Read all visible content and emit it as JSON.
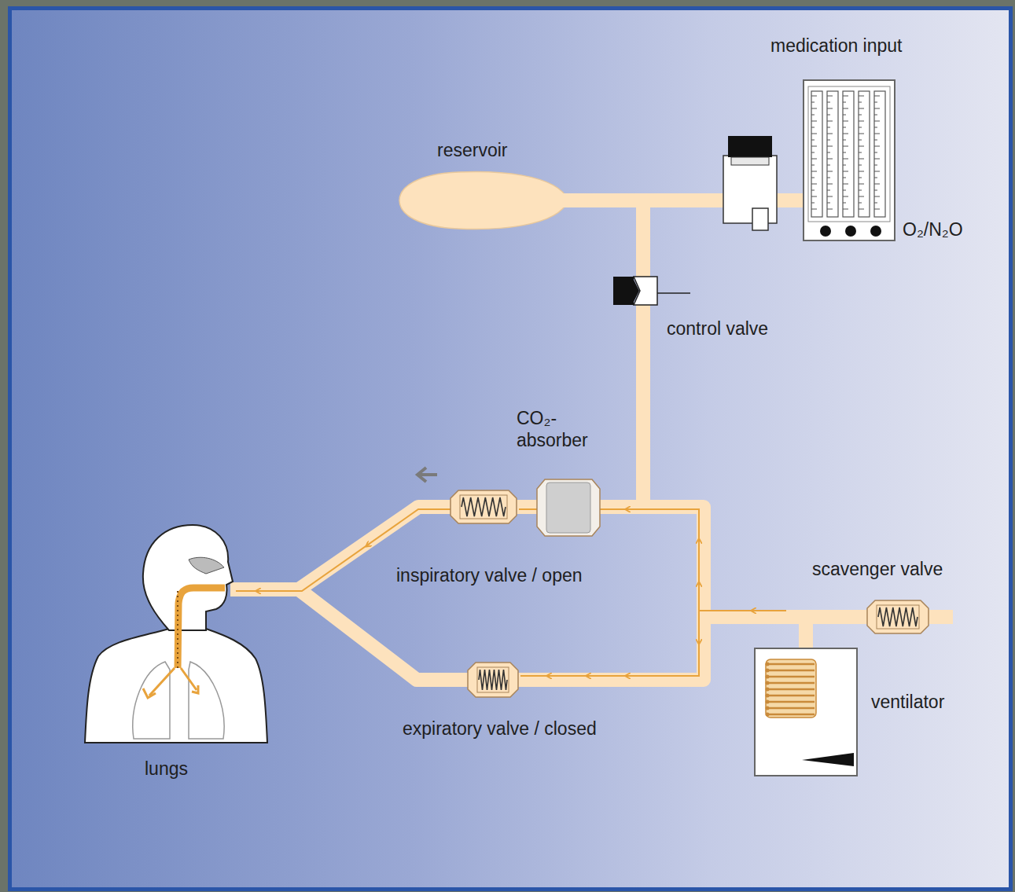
{
  "diagram": {
    "nodes": [
      {
        "text": [
          "reservoir"
        ]
      },
      {
        "text": [
          "medication input",
          "O₂/N₂O"
        ]
      },
      {
        "text": [
          "control valve"
        ]
      },
      {
        "text": [
          "CO₂- absorber"
        ]
      },
      {
        "text": [
          "inspiratory valve / open"
        ]
      },
      {
        "text": [
          "scavenger valve"
        ]
      },
      {
        "text": [
          "ventilator"
        ]
      },
      {
        "text": [
          "expiratory valve / closed"
        ]
      },
      {
        "text": [
          "lungs"
        ]
      }
    ],
    "edges": [
      {
        "from": 1,
        "to": 0,
        "arrow": "none"
      },
      {
        "from": 0,
        "to": 2,
        "arrow": "none"
      },
      {
        "from": 2,
        "to": 3,
        "arrow": "none"
      },
      {
        "from": 6,
        "to": 3,
        "arrow": "none"
      },
      {
        "from": 3,
        "to": 4,
        "arrow": "none"
      },
      {
        "from": 4,
        "to": 8,
        "arrow": "none"
      },
      {
        "from": 8,
        "to": 7,
        "arrow": "none"
      },
      {
        "from": 7,
        "to": 6,
        "arrow": "none"
      },
      {
        "from": 6,
        "to": 5,
        "arrow": "none"
      }
    ]
  }
}
